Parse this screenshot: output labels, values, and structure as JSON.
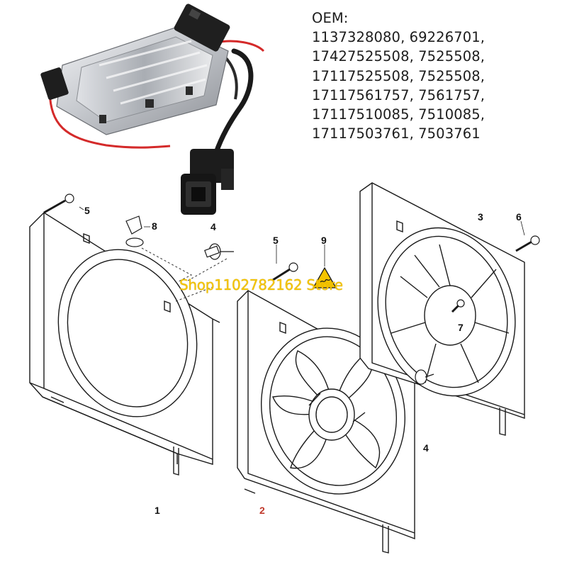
{
  "oem": {
    "heading": "OEM:",
    "lines": [
      "1137328080, 69226701,",
      "17427525508, 7525508,",
      "17117525508, 7525508,",
      "17117561757, 7561757,",
      "17117510085, 7510085,",
      "17117503761, 7503761"
    ]
  },
  "labels": {
    "p1": "1",
    "p2": "2",
    "p3": "3",
    "p4_module": "4",
    "p4_fan": "4",
    "p5_left": "5",
    "p5_mid": "5",
    "p6": "6",
    "p7": "7",
    "p8": "8",
    "p9": "9"
  },
  "warning_icon": "hot-surface-warning-icon",
  "watermark": "Shop1102782162 Store",
  "colors": {
    "wire_red": "#d42a2a",
    "module_silver": "#c9ccd1",
    "watermark": "#f5c400",
    "label_red": "#c0392b"
  }
}
